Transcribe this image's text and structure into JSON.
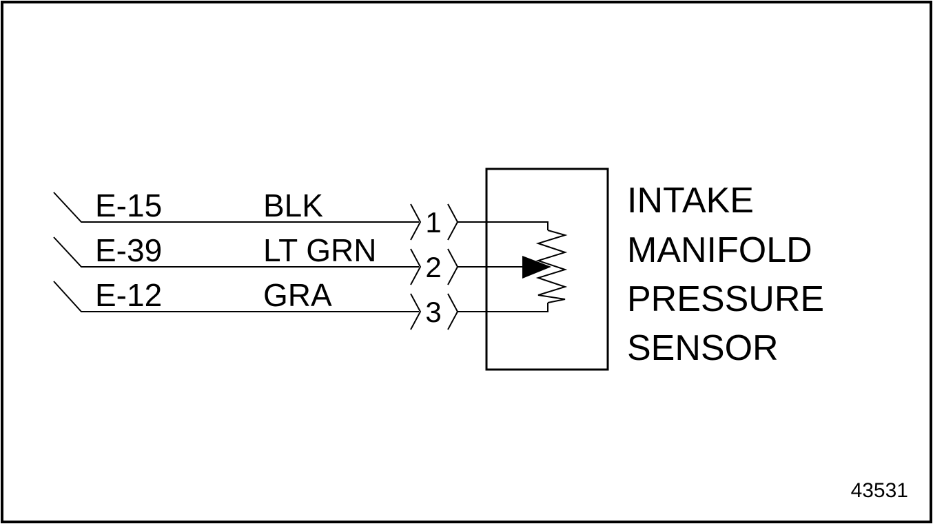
{
  "diagram": {
    "wires": [
      {
        "circuit": "E-15",
        "color": "BLK",
        "pin": "1"
      },
      {
        "circuit": "E-39",
        "color": "LT GRN",
        "pin": "2"
      },
      {
        "circuit": "E-12",
        "color": "GRA",
        "pin": "3"
      }
    ],
    "component": {
      "lines": [
        "INTAKE",
        "MANIFOLD",
        "PRESSURE",
        "SENSOR"
      ]
    },
    "figure_number": "43531"
  }
}
